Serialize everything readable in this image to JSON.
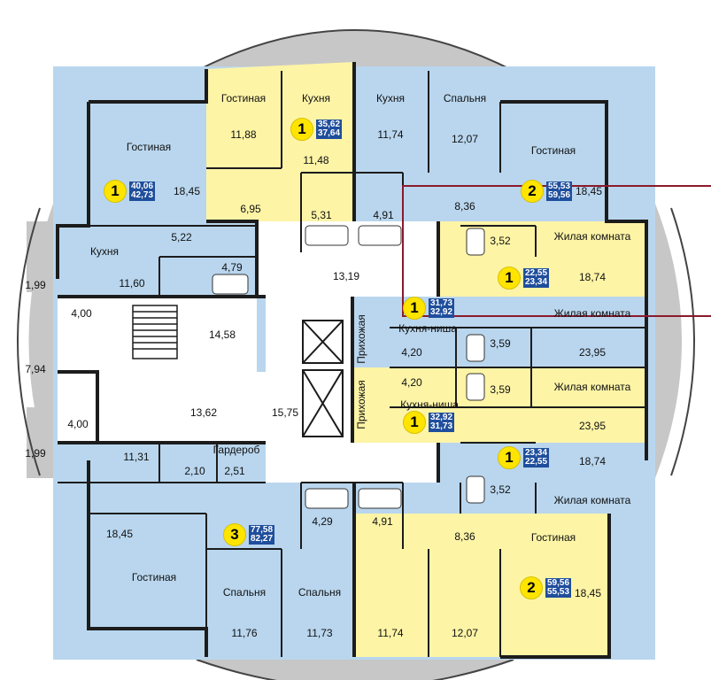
{
  "colors": {
    "blue_flat": "#b9d6ee",
    "yellow_flat": "#fdf4a6",
    "common_area": "#ffffff",
    "walls": "#1c1c1c",
    "balcony": "#c7c7c7",
    "badge_circle": "#ffe400",
    "badge_box": "#1f4e9c",
    "highlight_frame": "#8b1a2b"
  },
  "rooms": [
    {
      "name": "Гостиная",
      "area": "11,88"
    },
    {
      "name": "Кухня",
      "area": "11,48"
    },
    {
      "name": "Кухня",
      "area": "11,74"
    },
    {
      "name": "Спальня",
      "area": "12,07"
    },
    {
      "name": "Гостиная",
      "area": "18,45"
    },
    {
      "name": "Гостиная",
      "area": "18,45"
    },
    {
      "name": "",
      "area": "6,95"
    },
    {
      "name": "",
      "area": "5,31"
    },
    {
      "name": "",
      "area": "4,91"
    },
    {
      "name": "",
      "area": "8,36"
    },
    {
      "name": "Кухня",
      "area": "11,60"
    },
    {
      "name": "",
      "area": "5,22"
    },
    {
      "name": "",
      "area": "4,79"
    },
    {
      "name": "",
      "area": "1,99"
    },
    {
      "name": "",
      "area": "13,19"
    },
    {
      "name": "",
      "area": "3,52"
    },
    {
      "name": "Жилая комната",
      "area": "18,74"
    },
    {
      "name": "Жилая комната",
      "area": "23,95"
    },
    {
      "name": "",
      "area": "4,00"
    },
    {
      "name": "",
      "area": "14,58"
    },
    {
      "name": "",
      "area": "7,94"
    },
    {
      "name": "Кухня-ниша",
      "area": "4,20"
    },
    {
      "name": "",
      "area": "3,59"
    },
    {
      "name": "",
      "area": "4,20"
    },
    {
      "name": "",
      "area": "3,59"
    },
    {
      "name": "Жилая комната",
      "area": "23,95"
    },
    {
      "name": "Кухня-ниша",
      "area": ""
    },
    {
      "name": "",
      "area": "13,62"
    },
    {
      "name": "",
      "area": "15,75"
    },
    {
      "name": "",
      "area": "4,00"
    },
    {
      "name": "",
      "area": "1,99"
    },
    {
      "name": "",
      "area": "11,31"
    },
    {
      "name": "",
      "area": "2,10"
    },
    {
      "name": "Гардероб",
      "area": "2,51"
    },
    {
      "name": "",
      "area": "18,74"
    },
    {
      "name": "Жилая комната",
      "area": "3,52"
    },
    {
      "name": "",
      "area": "4,29"
    },
    {
      "name": "",
      "area": "4,91"
    },
    {
      "name": "",
      "area": "8,36"
    },
    {
      "name": "",
      "area": "18,45"
    },
    {
      "name": "Гостиная",
      "area": ""
    },
    {
      "name": "Спальня",
      "area": "11,76"
    },
    {
      "name": "Спальня",
      "area": "11,73"
    },
    {
      "name": "",
      "area": "11,74"
    },
    {
      "name": "",
      "area": "12,07"
    },
    {
      "name": "Гостиная",
      "area": "18,45"
    }
  ],
  "vertical_labels": [
    "Прихожая",
    "Прихожая"
  ],
  "apartments": [
    {
      "rooms": "1",
      "area_top": "35,62",
      "area_bottom": "37,64"
    },
    {
      "rooms": "1",
      "area_top": "40,06",
      "area_bottom": "42,73"
    },
    {
      "rooms": "2",
      "area_top": "55,53",
      "area_bottom": "59,56"
    },
    {
      "rooms": "1",
      "area_top": "22,55",
      "area_bottom": "23,34"
    },
    {
      "rooms": "1",
      "area_top": "31,73",
      "area_bottom": "32,92"
    },
    {
      "rooms": "1",
      "area_top": "32,92",
      "area_bottom": "31,73"
    },
    {
      "rooms": "1",
      "area_top": "23,34",
      "area_bottom": "22,55"
    },
    {
      "rooms": "3",
      "area_top": "77,58",
      "area_bottom": "82,27"
    },
    {
      "rooms": "2",
      "area_top": "59,56",
      "area_bottom": "55,53"
    }
  ]
}
